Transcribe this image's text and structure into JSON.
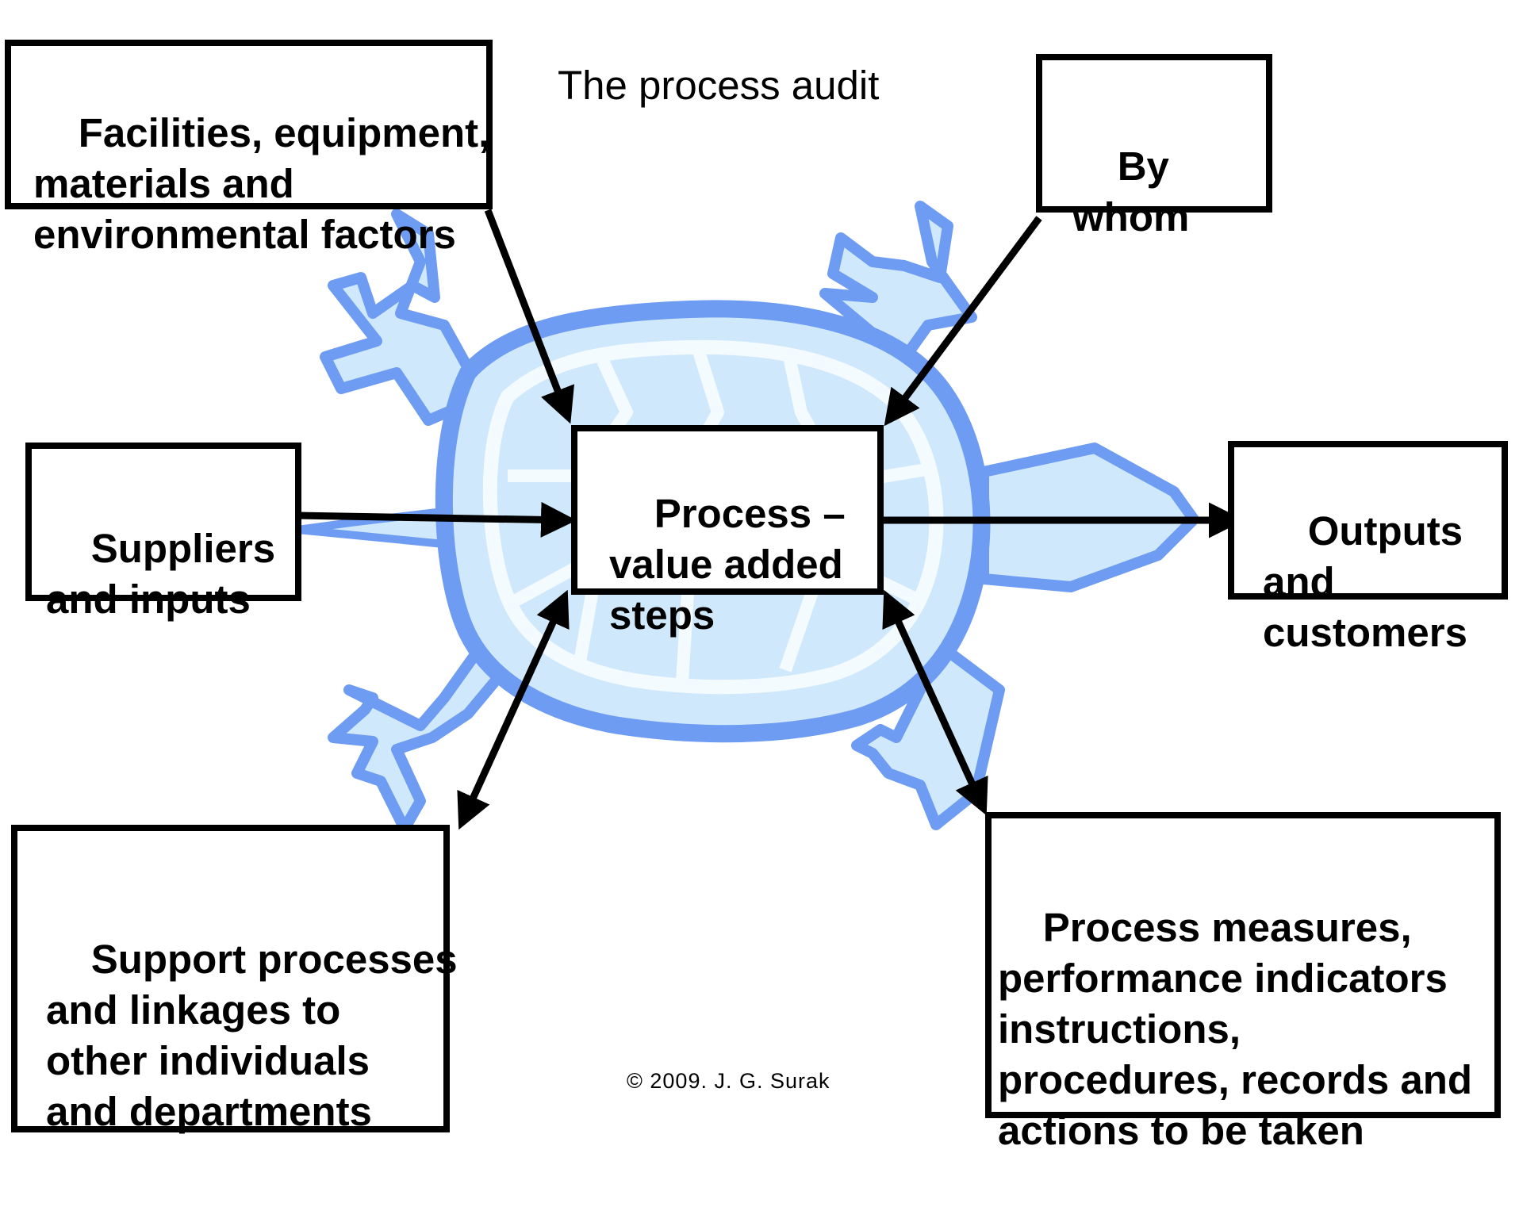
{
  "title": "The process audit",
  "copyright": "© 2009. J. G. Surak",
  "colors": {
    "turtle_outline": "#6e9cf2",
    "turtle_fill": "#cfe8fb",
    "turtle_inner": "#f4fbff",
    "box_border": "#000000",
    "arrow": "#000000"
  },
  "illustration": "turtle",
  "boxes": {
    "facilities": "Facilities, equipment,\nmaterials and\nenvironmental factors",
    "by_whom": "By\nwhom",
    "suppliers": "Suppliers\nand inputs",
    "process": "Process –\nvalue added\nsteps",
    "outputs": "Outputs\nand\ncustomers",
    "support": "Support processes\nand linkages to\nother individuals\nand departments",
    "measures": "Process measures,\nperformance indicators\ninstructions,\nprocedures, records and\nactions to be taken"
  }
}
